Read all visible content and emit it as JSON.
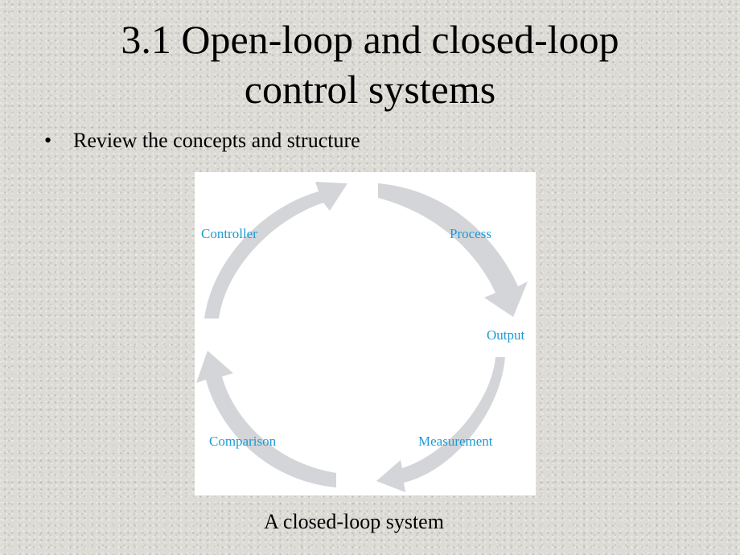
{
  "title": {
    "line1": "3.1  Open-loop and closed-loop",
    "line2": "control systems"
  },
  "bullets": [
    {
      "marker": "•",
      "text": "Review the concepts and structure"
    }
  ],
  "diagram": {
    "labels": {
      "controller": "Controller",
      "process": "Process",
      "output": "Output",
      "measurement": "Measurement",
      "comparison": "Comparison"
    },
    "arrow_color": "#d3d5d8",
    "label_color": "#1d9ad6",
    "caption": "A closed-loop system"
  }
}
